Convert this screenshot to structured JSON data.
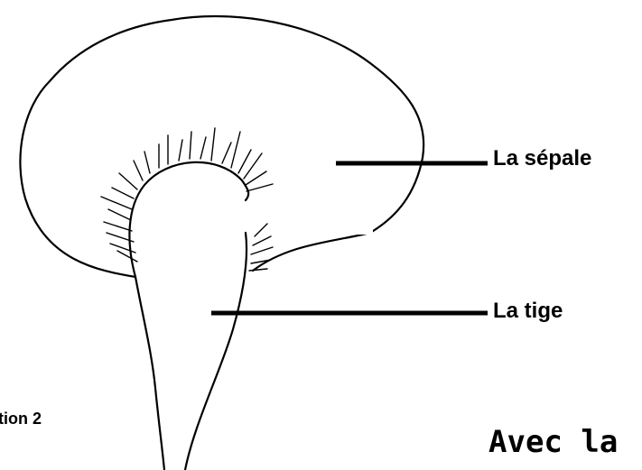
{
  "labels": {
    "sepale": "La sépale",
    "tige": "La tige"
  },
  "captions": {
    "left": "tion 2",
    "right": "Avec la"
  },
  "colors": {
    "stroke": "#000000",
    "leader_line": "#000000",
    "background": "#ffffff"
  }
}
